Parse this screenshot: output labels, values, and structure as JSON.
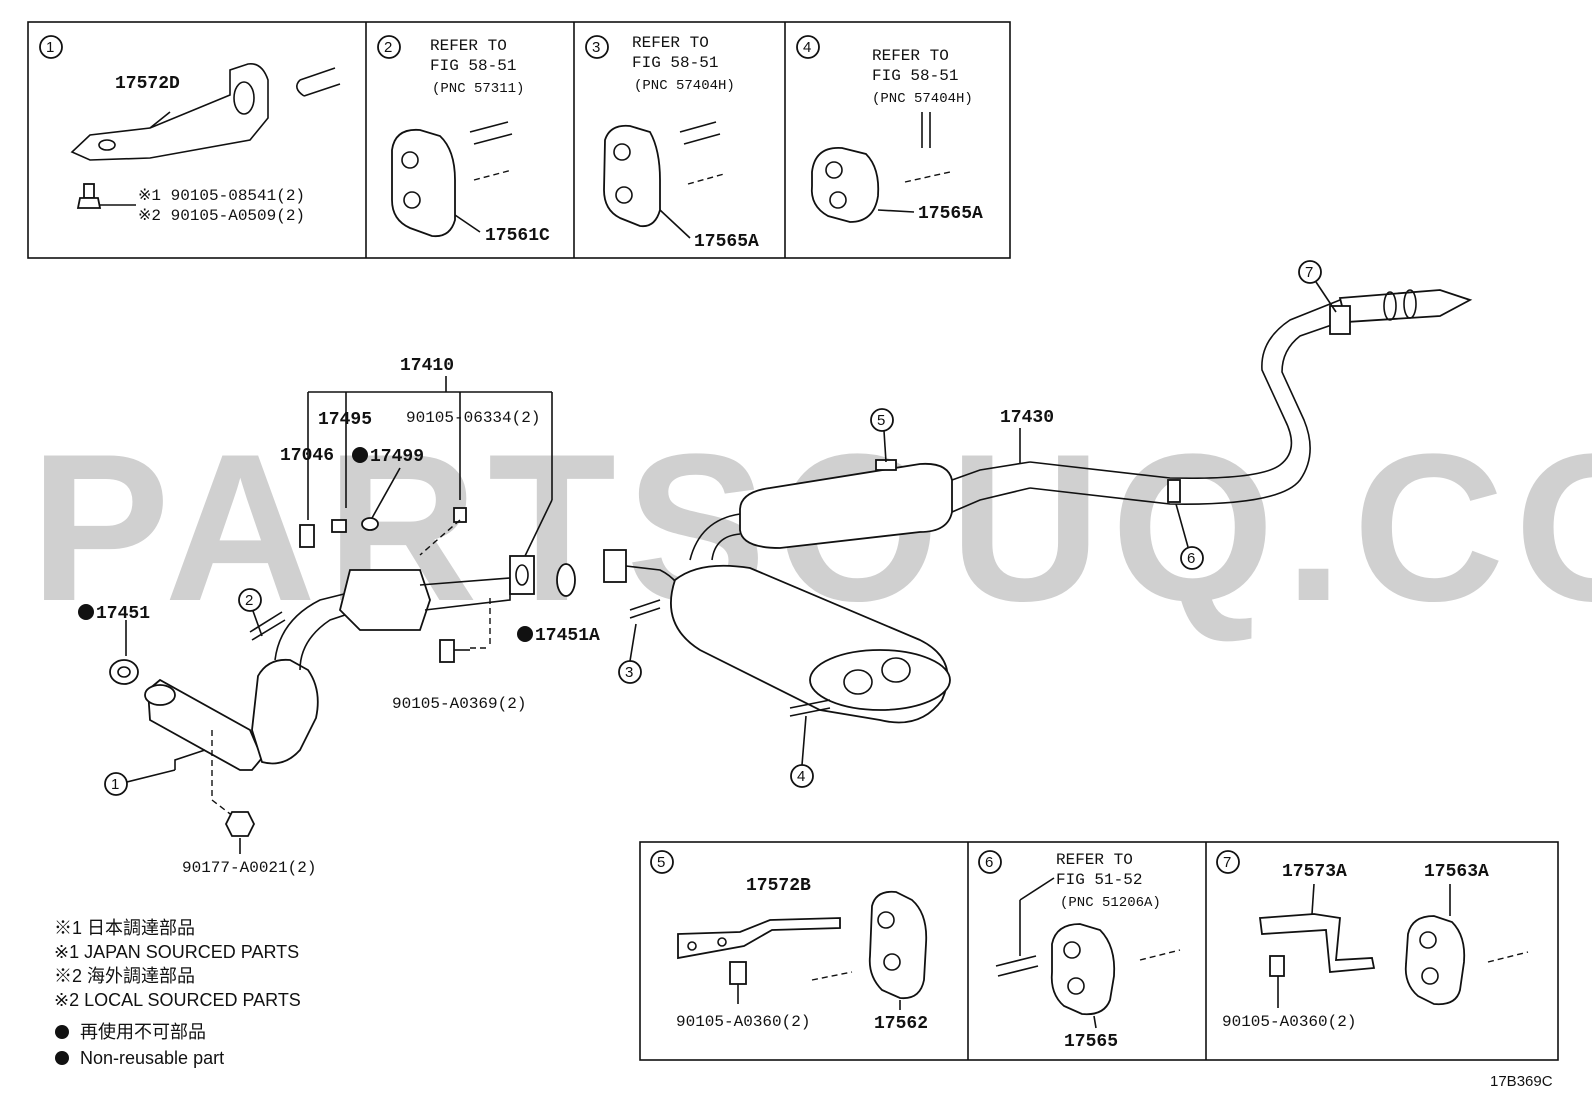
{
  "watermark": "PARTSOUQ.COM",
  "figure_code": "17B369C",
  "insets_top": [
    {
      "marker": "1",
      "parts": [
        "17572D"
      ],
      "bolt_notes": [
        "※1 90105-08541(2)",
        "※2 90105-A0509(2)"
      ]
    },
    {
      "marker": "2",
      "refer": [
        "REFER TO",
        "FIG 58-51",
        "(PNC 57311)"
      ],
      "parts": [
        "17561C"
      ]
    },
    {
      "marker": "3",
      "refer": [
        "REFER TO",
        "FIG 58-51",
        "(PNC 57404H)"
      ],
      "parts": [
        "17565A"
      ]
    },
    {
      "marker": "4",
      "refer": [
        "REFER TO",
        "FIG 58-51",
        "(PNC 57404H)"
      ],
      "parts": [
        "17565A"
      ]
    }
  ],
  "insets_bottom": [
    {
      "marker": "5",
      "parts": [
        "17572B",
        "90105-A0360(2)",
        "17562"
      ]
    },
    {
      "marker": "6",
      "refer": [
        "REFER TO",
        "FIG 51-52",
        "(PNC 51206A)"
      ],
      "parts": [
        "17565"
      ]
    },
    {
      "marker": "7",
      "parts": [
        "17573A",
        "17563A",
        "90105-A0360(2)"
      ]
    }
  ],
  "main_labels": {
    "p17410": "17410",
    "p17495": "17495",
    "p90105_06334": "90105-06334(2)",
    "p17046": "17046",
    "p17499": "17499",
    "p17451": "17451",
    "p17451A": "17451A",
    "p90105_A0369": "90105-A0369(2)",
    "p90177_A0021": "90177-A0021(2)",
    "p17430": "17430"
  },
  "callouts": [
    "1",
    "2",
    "3",
    "4",
    "5",
    "6",
    "7"
  ],
  "legend": [
    "※1 日本調達部品",
    "※1 JAPAN SOURCED PARTS",
    "※2 海外調達部品",
    "※2 LOCAL SOURCED PARTS",
    "再使用不可部品",
    "Non-reusable part"
  ]
}
